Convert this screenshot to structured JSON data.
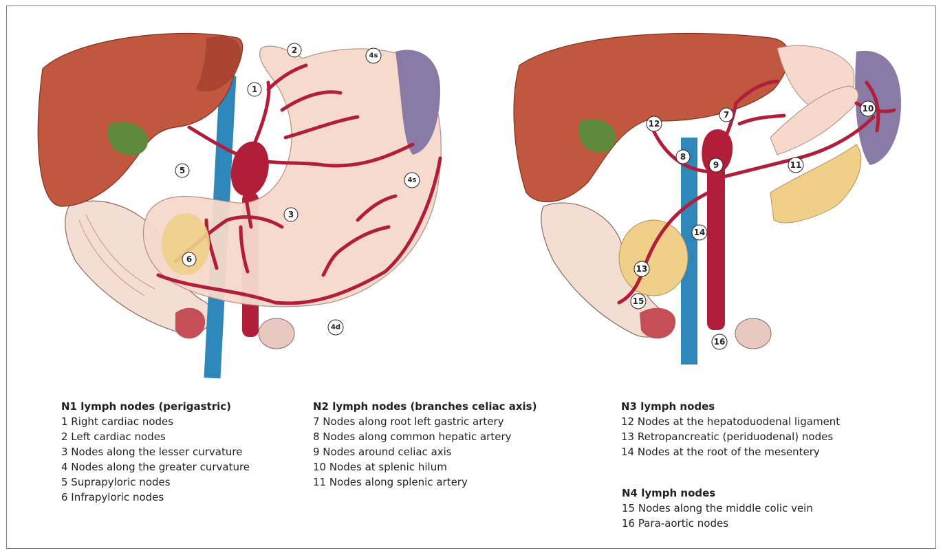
{
  "figure_left": {
    "labels": [
      "1",
      "2",
      "3",
      "4s",
      "4s",
      "4d",
      "5",
      "6"
    ]
  },
  "figure_right": {
    "labels": [
      "7",
      "8",
      "9",
      "10",
      "11",
      "12",
      "13",
      "14",
      "15",
      "16"
    ]
  },
  "legend": {
    "n1": {
      "title": "N1 lymph nodes (perigastric)",
      "items": [
        "1 Right cardiac nodes",
        "2 Left cardiac nodes",
        "3 Nodes along the lesser curvature",
        "4 Nodes along the greater curvature",
        "5 Suprapyloric nodes",
        "6 Infrapyloric nodes"
      ]
    },
    "n2": {
      "title": "N2 lymph nodes (branches celiac axis)",
      "items": [
        "7 Nodes along root left gastric artery",
        "8 Nodes along common hepatic artery",
        "9 Nodes around celiac axis",
        "10 Nodes at splenic hilum",
        "11 Nodes along splenic artery"
      ]
    },
    "n3": {
      "title": "N3 lymph nodes",
      "items": [
        "12 Nodes at the hepatoduodenal ligament",
        "13 Retropancreatic (periduodenal) nodes",
        "14 Nodes at the root of the mesentery"
      ]
    },
    "n4": {
      "title": "N4 lymph nodes",
      "items": [
        "15 Nodes along the middle colic vein",
        "16 Para-aortic nodes"
      ]
    }
  },
  "colors": {
    "liver": "#c2573f",
    "liver_dark": "#a8442f",
    "stomach": "#f6d9cc",
    "spleen": "#8a7ba6",
    "artery": "#b01e3a",
    "vein": "#2f86b8",
    "gallbladder": "#5f8a3c",
    "pancreas": "#f0cf8a",
    "bowel": "#f4ddd2"
  }
}
